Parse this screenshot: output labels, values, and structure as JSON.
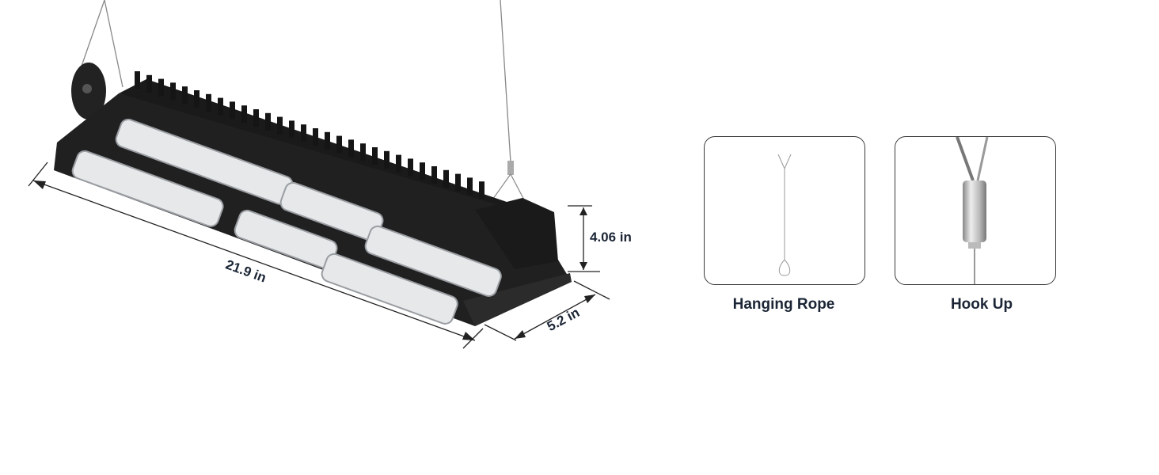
{
  "product": {
    "dimensions": {
      "length": "21.9 in",
      "height": "4.06 in",
      "width": "5.2 in"
    }
  },
  "accessories": [
    {
      "label": "Hanging Rope"
    },
    {
      "label": "Hook Up"
    }
  ],
  "colors": {
    "text": "#1b2535",
    "fixture": "#1e1e1e",
    "led": "#e9ebec"
  }
}
